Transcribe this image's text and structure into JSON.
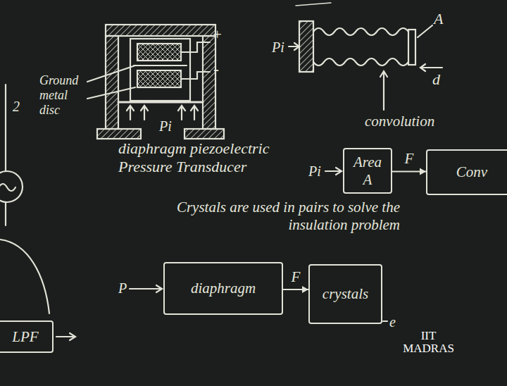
{
  "diagram": {
    "nodes": [
      {
        "text": [
          "Area A"
        ]
      },
      {
        "text": [
          "Conv"
        ]
      },
      {
        "text": [
          "diaphragm"
        ]
      },
      {
        "text": [
          "crystals"
        ]
      },
      {
        "text": [
          "LPF"
        ]
      }
    ],
    "edges": [
      {
        "from": 0,
        "to": 1,
        "label": "F",
        "arrow": "to"
      },
      {
        "from": 2,
        "to": 3,
        "label": "F",
        "arrow": "to"
      }
    ],
    "labels": [
      "Ground metal disc",
      "+",
      "-",
      "Pi",
      "diaphragm piezoelectric Pressure Transducer",
      "Crystals are used in pairs to solve the insulation problem",
      "Pi",
      "A",
      "d",
      "convolution",
      "Pi",
      "P",
      "e",
      "2",
      "IIT MADRAS"
    ]
  }
}
